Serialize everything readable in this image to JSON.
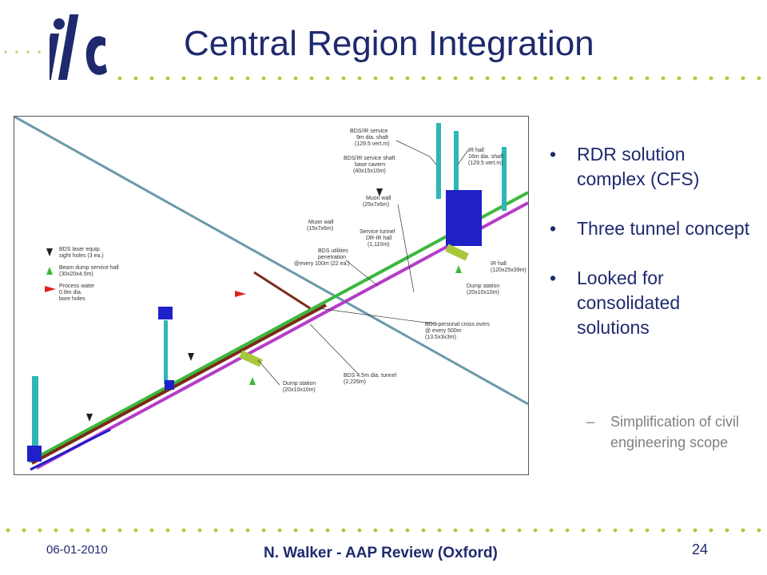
{
  "slide": {
    "title": "Central Region Integration",
    "logo_text": "ilc",
    "bullets": [
      "RDR solution complex (CFS)",
      "Three tunnel concept",
      "Looked for consolidated solutions"
    ],
    "sub_bullets": [
      "Simplification of civil engineering scope"
    ],
    "bullet_mark": "•",
    "sub_mark": "–",
    "date": "06-01-2010",
    "footer": "N. Walker - AAP Review (Oxford)",
    "page_number": "24"
  },
  "figure": {
    "legend": [
      {
        "lines": [
          "BDS laser equip.",
          "sight holes (3 ea.)"
        ]
      },
      {
        "lines": [
          "Beam dump service hall",
          "(30x20x4.5m)"
        ]
      },
      {
        "lines": [
          "Process water",
          "0.8m dia.",
          "bore holes"
        ]
      }
    ],
    "labels": {
      "bds_ir_service": [
        "BDS/IR service",
        "9m dia. shaft",
        "(129.5 vert.m)"
      ],
      "bds_ir_base": [
        "BDS/IR service shaft",
        "base cavern",
        "(40x15x10m)"
      ],
      "ir_hall_shaft": [
        "IR hall",
        "16m dia. shaft",
        "(129.5 vert.m)"
      ],
      "muon_wall_1": [
        "Muon wall",
        "(25x7x6m)"
      ],
      "muon_wall_2": [
        "Muon wall",
        "(15x7x6m)"
      ],
      "service_tunnel": [
        "Service tunnel",
        "DR-IR hall",
        "(1,110m)"
      ],
      "bds_utilities": [
        "BDS utilities",
        "penetration",
        "@every 100m (22 ea.)"
      ],
      "ir_hall": [
        "IR hall",
        "(120x25x39m)"
      ],
      "dump_station_right": [
        "Dump station",
        "(20x10x10m)"
      ],
      "cross_overs": [
        "BDS personal cross overs",
        "@ every 500m",
        "(13.5x3x3m)"
      ],
      "bds_tunnel": [
        "BDS 4.5m dia. tunnel",
        "(2,226m)"
      ],
      "dump_station_left": [
        "Dump station",
        "(20x10x10m)"
      ]
    },
    "colors": {
      "tunnel_green": "#3cb83c",
      "tunnel_brown": "#7a2a18",
      "tunnel_magenta": "#b43cc8",
      "shaft_teal": "#2fb6b6",
      "hall_blue": "#2020c8",
      "crossing_line": "#6a9aa8",
      "title_navy": "#1f2a6e",
      "dot_green": "#b5c93a"
    }
  }
}
